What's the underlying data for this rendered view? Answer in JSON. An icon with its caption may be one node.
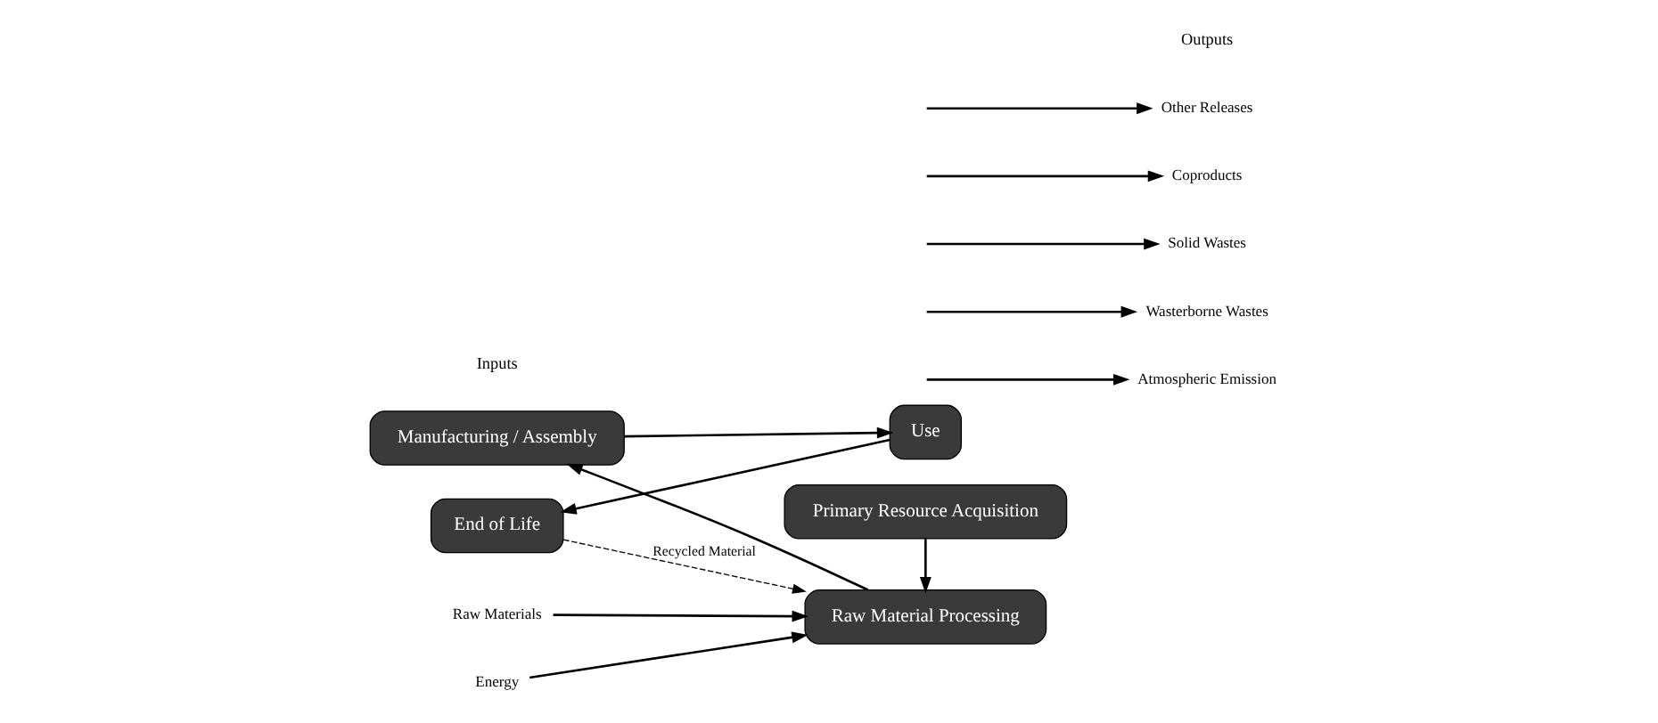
{
  "diagram": {
    "nodes": [
      {
        "text": [
          "Manufacturing / Assembly"
        ]
      },
      {
        "text": [
          "Use"
        ]
      },
      {
        "text": [
          "End of Life"
        ]
      },
      {
        "text": [
          "Primary Resource Acquisition"
        ]
      },
      {
        "text": [
          "Raw Material Processing"
        ]
      },
      {
        "text": [
          "Raw Materials"
        ]
      },
      {
        "text": [
          "Energy"
        ]
      },
      {
        "text": [
          "Atmospheric Emission"
        ]
      },
      {
        "text": [
          "Wasterborne Wastes"
        ]
      },
      {
        "text": [
          "Solid Wastes"
        ]
      },
      {
        "text": [
          "Coproducts"
        ]
      },
      {
        "text": [
          "Other Releases"
        ]
      }
    ],
    "edges": [
      {
        "from": 3,
        "to": 4,
        "arrow": "to"
      },
      {
        "from": 4,
        "to": 0,
        "arrow": "to"
      },
      {
        "from": 0,
        "to": 1,
        "arrow": "to"
      },
      {
        "from": 1,
        "to": 2,
        "arrow": "to"
      },
      {
        "from": 2,
        "to": 4,
        "arrow": "to",
        "style": "dashed",
        "label": "Recycled Material"
      },
      {
        "from": 5,
        "to": 4,
        "arrow": "to"
      },
      {
        "from": 6,
        "to": 4,
        "arrow": "to"
      },
      {
        "from": null,
        "to": 7,
        "arrow": "to"
      },
      {
        "from": null,
        "to": 8,
        "arrow": "to"
      },
      {
        "from": null,
        "to": 9,
        "arrow": "to"
      },
      {
        "from": null,
        "to": 10,
        "arrow": "to"
      },
      {
        "from": null,
        "to": 11,
        "arrow": "to"
      }
    ],
    "labels": [
      "Inputs",
      "Outputs"
    ]
  }
}
